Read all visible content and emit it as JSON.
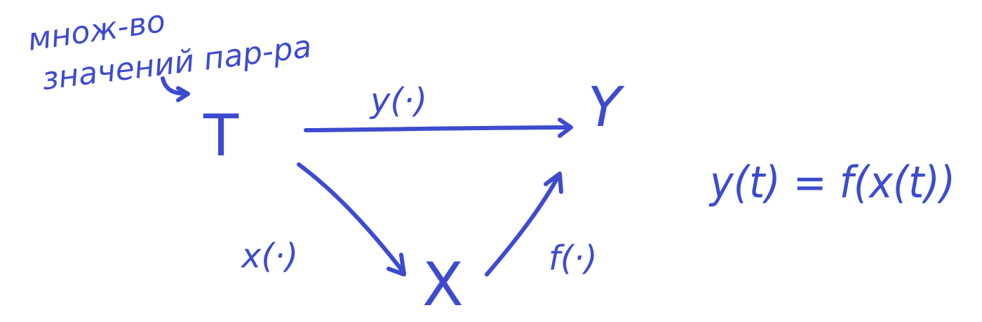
{
  "ink_color": "#3d4bd0",
  "background_color": "#ffffff",
  "annotation": {
    "line1": "множ-во",
    "line2": "значений пар-ра"
  },
  "nodes": {
    "T": "T",
    "Y": "Y",
    "X": "X"
  },
  "arrows": {
    "top": "y(·)",
    "left": "x(·)",
    "right": "f(·)"
  },
  "formula": "y(t) = f(x(t))"
}
